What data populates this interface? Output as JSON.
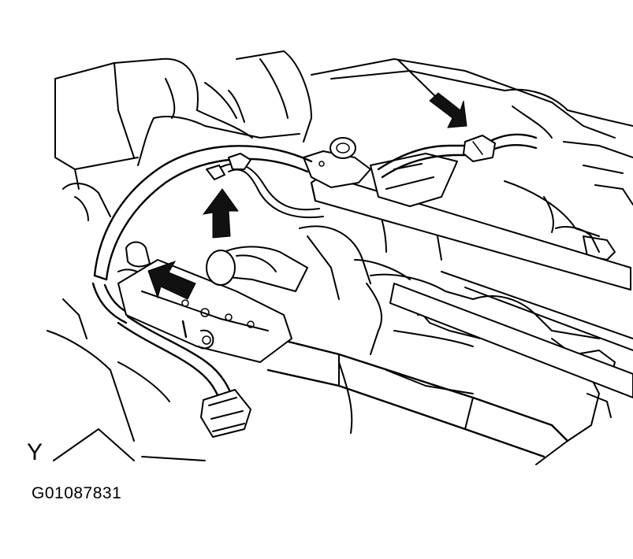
{
  "figure": {
    "view_label": "Y",
    "figure_code": "G01087831"
  },
  "callouts": [
    {
      "name": "connector-arrow-left"
    },
    {
      "name": "clamp-arrow-center"
    },
    {
      "name": "connector-arrow-right"
    }
  ],
  "colors": {
    "line": "#000000",
    "background": "#ffffff",
    "arrow": "#111111"
  }
}
